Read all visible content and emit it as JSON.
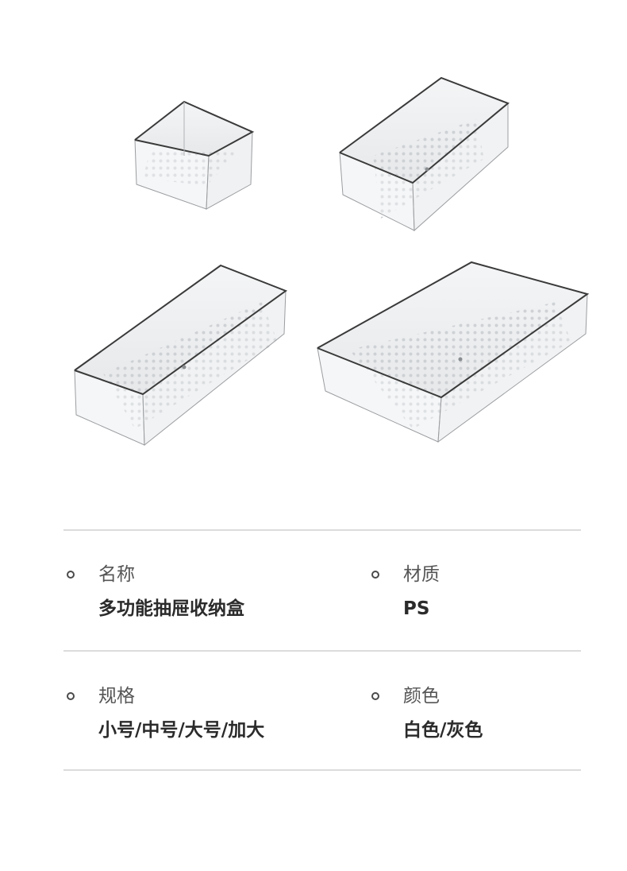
{
  "specs": {
    "name": {
      "label": "名称",
      "value": "多功能抽屉收纳盒"
    },
    "material": {
      "label": "材质",
      "value": "PS"
    },
    "size": {
      "label": "规格",
      "value": "小号/中号/大号/加大"
    },
    "color": {
      "label": "颜色",
      "value": "白色/灰色"
    }
  },
  "colors": {
    "text_label": "#555555",
    "text_value": "#2b2b2b",
    "divider": "#dcdcdc",
    "box_edge": "#3a3a3a"
  },
  "product_image": {
    "items": [
      {
        "id": "small",
        "icon": "clear-storage-box-icon"
      },
      {
        "id": "medium",
        "icon": "clear-storage-box-icon"
      },
      {
        "id": "large",
        "icon": "clear-storage-box-icon"
      },
      {
        "id": "extra-large",
        "icon": "clear-storage-box-icon"
      }
    ]
  }
}
